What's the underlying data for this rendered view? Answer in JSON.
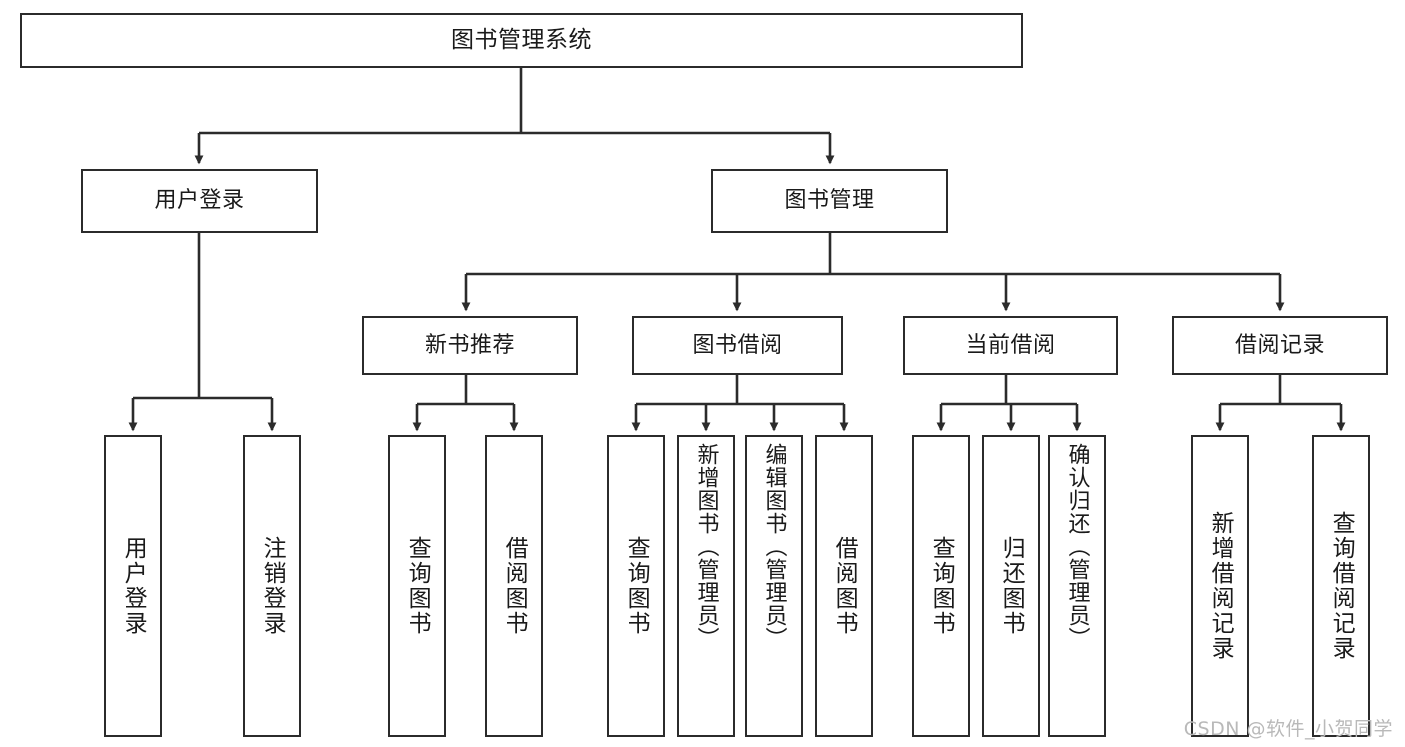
{
  "diagram": {
    "title": "图书管理系统",
    "watermark": "CSDN @软件_小贺同学",
    "line_color": "#2b2b2b",
    "box_border_color": "#2b2b2b",
    "box_fill_color": "#ffffff",
    "background_color": "#ffffff",
    "watermark_color": "#b9b9b9"
  },
  "nodes": {
    "root": {
      "label": "图书管理系统"
    },
    "level2": [
      {
        "label": "用户登录"
      },
      {
        "label": "图书管理"
      }
    ],
    "level3": [
      {
        "label": "新书推荐"
      },
      {
        "label": "图书借阅"
      },
      {
        "label": "当前借阅"
      },
      {
        "label": "借阅记录"
      }
    ],
    "leaves": {
      "user_login": [
        {
          "label": "用户登录"
        },
        {
          "label": "注销登录"
        }
      ],
      "new_book_recommend": [
        {
          "label": "查询图书"
        },
        {
          "label": "借阅图书"
        }
      ],
      "book_borrow": [
        {
          "label": "查询图书"
        },
        {
          "label": "新增图书（管理员）"
        },
        {
          "label": "编辑图书（管理员）"
        },
        {
          "label": "借阅图书"
        }
      ],
      "current_borrow": [
        {
          "label": "查询图书"
        },
        {
          "label": "归还图书"
        },
        {
          "label": "确认归还（管理员）"
        }
      ],
      "borrow_record": [
        {
          "label": "新增借阅记录"
        },
        {
          "label": "查询借阅记录"
        }
      ]
    }
  }
}
